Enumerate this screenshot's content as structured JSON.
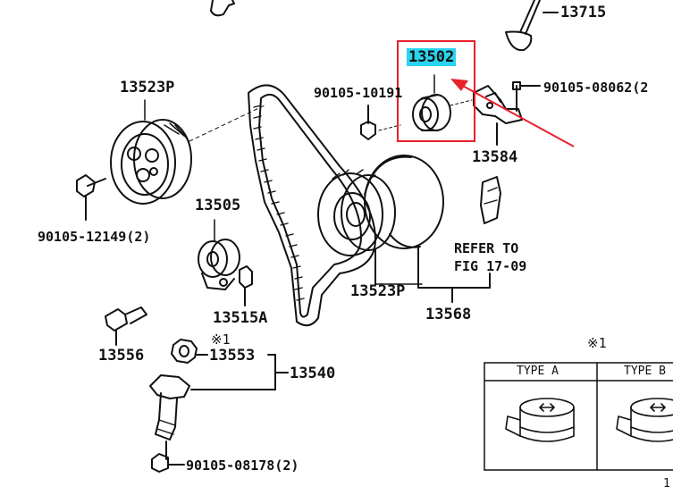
{
  "parts": {
    "p13715": "13715",
    "p13502": "13502",
    "p13523p_top": "13523P",
    "p90105_10191": "90105-10191",
    "p90105_08062": "90105-08062(2",
    "p13584": "13584",
    "p90105_12149": "90105-12149(2)",
    "p13505": "13505",
    "refer_line1": "REFER TO",
    "refer_line2": "FIG 17-09",
    "p13523p_mid": "13523P",
    "p13515a": "13515A",
    "p13568": "13568",
    "p13556": "13556",
    "note_mark": "※1",
    "p13553": "13553",
    "p13540": "13540",
    "p90105_08178": "90105-08178(2)",
    "table_note": "※1",
    "type_a": "TYPE A",
    "type_b": "TYPE B",
    "corner_num": "1"
  },
  "colors": {
    "highlight": "#2ad3ef",
    "box": "#e8202a",
    "arrow": "#e8202a",
    "ink": "#111111"
  }
}
